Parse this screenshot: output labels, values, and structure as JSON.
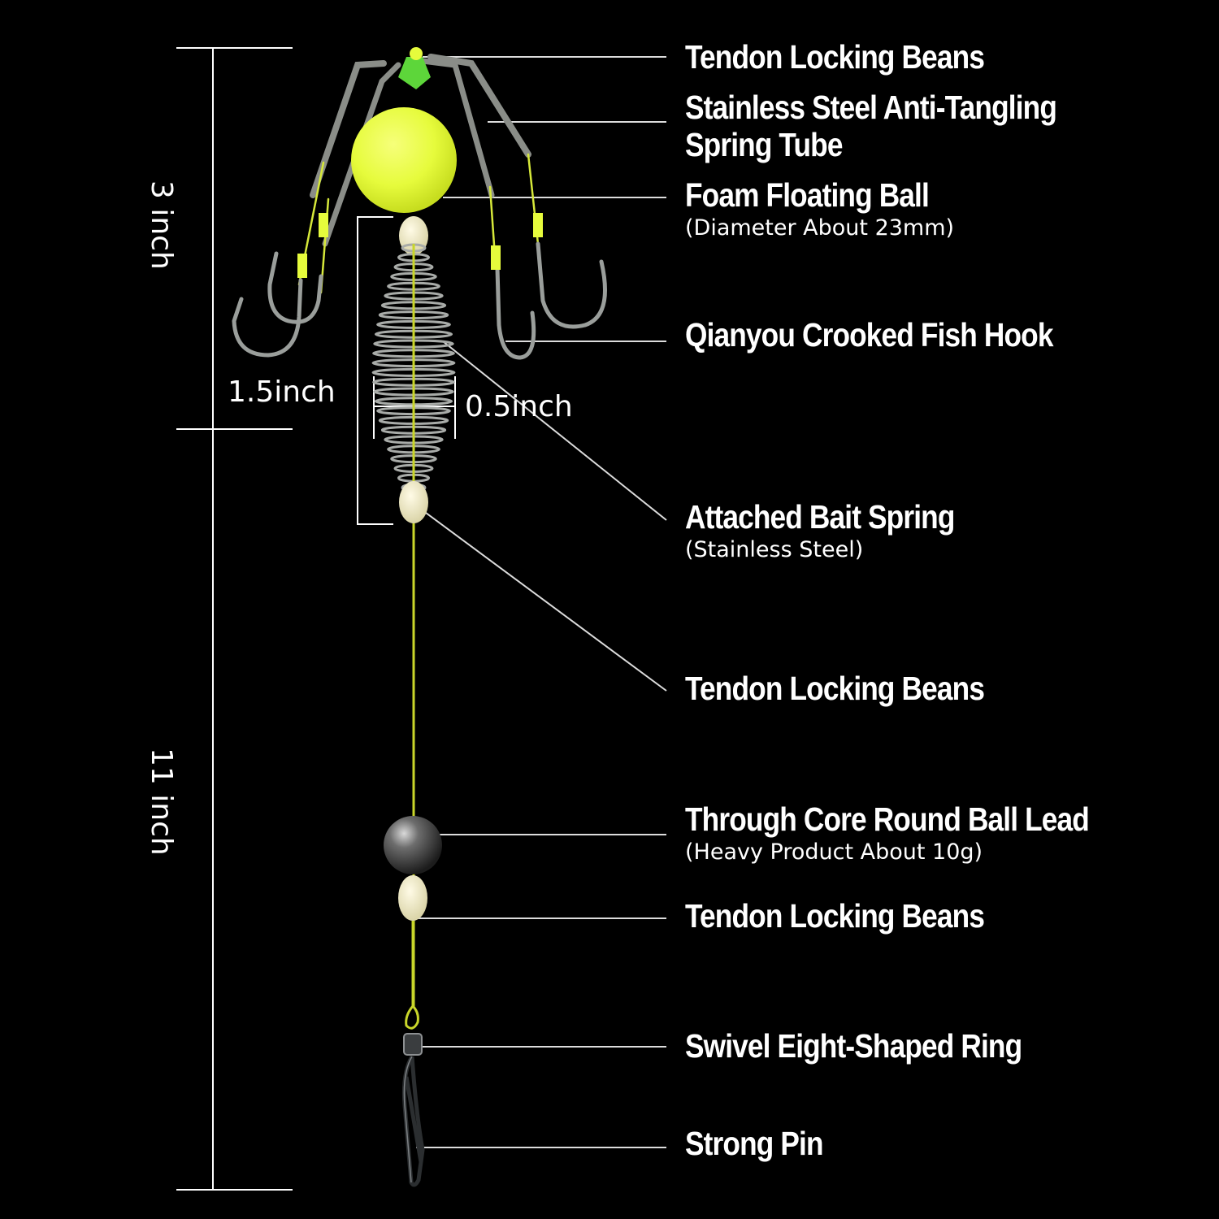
{
  "colors": {
    "background": "#000000",
    "text": "#ffffff",
    "float_ball": "#e6fb3c",
    "line": "#c9d62a",
    "leader": "#dcdcdc",
    "bean": "#ece8c6",
    "lead": "#3a3a3a"
  },
  "dimensions": {
    "top_height": "3 inch",
    "bottom_height": "11 inch",
    "spring_length": "1.5inch",
    "spring_width": "0.5inch"
  },
  "callouts": [
    {
      "title": "Tendon Locking Beans",
      "subtitle": ""
    },
    {
      "title": "Stainless Steel Anti-Tangling",
      "title2": "Spring Tube",
      "subtitle": ""
    },
    {
      "title": "Foam Floating Ball",
      "subtitle": "(Diameter About 23mm)"
    },
    {
      "title": "Qianyou Crooked Fish Hook",
      "subtitle": ""
    },
    {
      "title": "Attached Bait Spring",
      "subtitle": "(Stainless Steel)"
    },
    {
      "title": "Tendon Locking Beans",
      "subtitle": ""
    },
    {
      "title": "Through Core Round Ball Lead",
      "subtitle": "(Heavy Product About 10g)"
    },
    {
      "title": "Tendon Locking Beans",
      "subtitle": ""
    },
    {
      "title": "Swivel Eight-Shaped Ring",
      "subtitle": ""
    },
    {
      "title": "Strong Pin",
      "subtitle": ""
    }
  ]
}
